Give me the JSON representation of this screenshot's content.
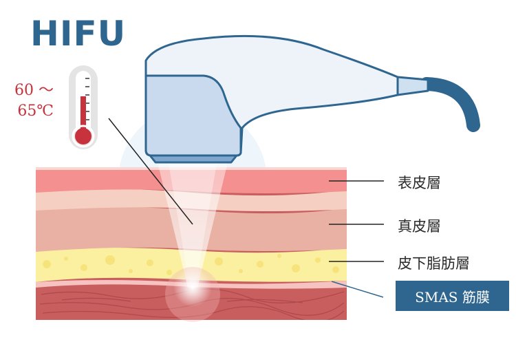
{
  "title": "HIFU",
  "temperature": {
    "line1": "60 ～",
    "line2": "65℃"
  },
  "layers": {
    "epidermis": "表皮層",
    "dermis": "真皮層",
    "subcutaneous_fat": "皮下脂肪層",
    "smas": "SMAS 筋膜"
  },
  "colors": {
    "title": "#2f6690",
    "temperature": "#c8323c",
    "smas_box": "#2f6690",
    "epidermis": "#f4908f",
    "dermis": "#e9b0a4",
    "fat": "#fbf0a0",
    "muscle": "#c95e5f"
  },
  "icons": [
    "thermometer-icon",
    "hifu-probe-icon"
  ]
}
